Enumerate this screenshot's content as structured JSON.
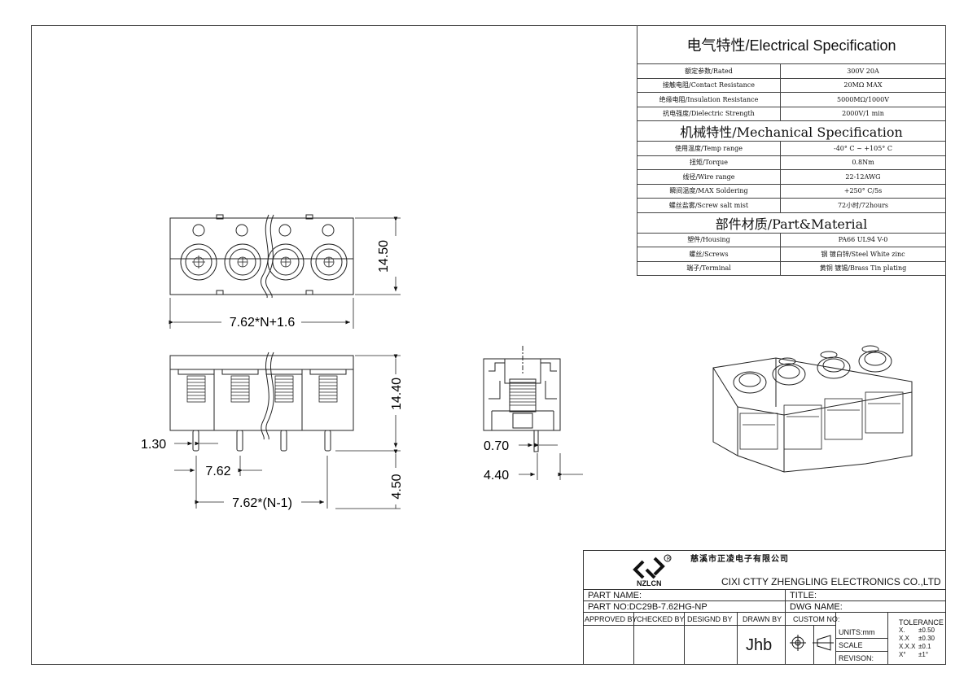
{
  "spec": {
    "electrical_title": "电气特性/Electrical Specification",
    "electrical": [
      {
        "label": "额定参数/Rated",
        "value": "300V  20A"
      },
      {
        "label": "接触电阻/Contact Resistance",
        "value": "20MΩ MAX"
      },
      {
        "label": "绝缘电阻/Insulation Resistance",
        "value": "5000MΩ/1000V"
      },
      {
        "label": "抗电强度/Dielectric Strength",
        "value": "2000V/1 min"
      }
    ],
    "mechanical_title": "机械特性/Mechanical Specification",
    "mechanical": [
      {
        "label": "使用温度/Temp range",
        "value": "-40° C ~ +105° C"
      },
      {
        "label": "扭矩/Torque",
        "value": "0.8Nm"
      },
      {
        "label": "线径/Wire range",
        "value": "22-12AWG"
      },
      {
        "label": "瞬间温度/MAX Soldering",
        "value": "+250° C/5s"
      },
      {
        "label": "螺丝盐雾/Screw salt mist",
        "value": "72小时/72hours"
      }
    ],
    "material_title": "部件材质/Part&Material",
    "material": [
      {
        "label": "塑件/Housing",
        "value": "PA66 UL94 V-0"
      },
      {
        "label": "螺丝/Screws",
        "value": "钢 镀白锌/Steel White zinc"
      },
      {
        "label": "端子/Terminal",
        "value": "黄铜 镀锡/Brass Tin  plating"
      }
    ]
  },
  "dims": {
    "top_height": "14.50",
    "top_width": "7.62*N+1.6",
    "front_height": "14.40",
    "pin_height": "4.50",
    "pin_width": "1.30",
    "pitch": "7.62",
    "pitch_total": "7.62*(N-1)",
    "side_pin": "0.70",
    "side_offset": "4.40"
  },
  "title_block": {
    "logo_text": "NZLCN",
    "company_cn": "慈溪市正凌电子有限公司",
    "company_en": "CIXI CTTY ZHENGLING ELECTRONICS CO.,LTD",
    "part_name_label": "PART NAME:",
    "title_label": "TITLE:",
    "part_no": "PART NO:DC29B-7.62HG-NP",
    "dwg_name_label": "DWG NAME:",
    "approved_by": "APPROVED BY",
    "checked_by": "CHECKED BY",
    "designed_by": "DESIGND BY",
    "drawn_by": "DRAWN BY",
    "custom_no": "CUSTOM NO:",
    "drawn_value": "Jhb",
    "units": "UNITS:mm",
    "scale": "SCALE",
    "revision": "REVISON:",
    "tolerance_title": "TOLERANCE",
    "tolerances": [
      {
        "k": "X.",
        "v": "±0.50"
      },
      {
        "k": "X.X",
        "v": "±0.30"
      },
      {
        "k": "X.X.X",
        "v": "±0.1"
      },
      {
        "k": "X°",
        "v": "±1°"
      }
    ]
  }
}
